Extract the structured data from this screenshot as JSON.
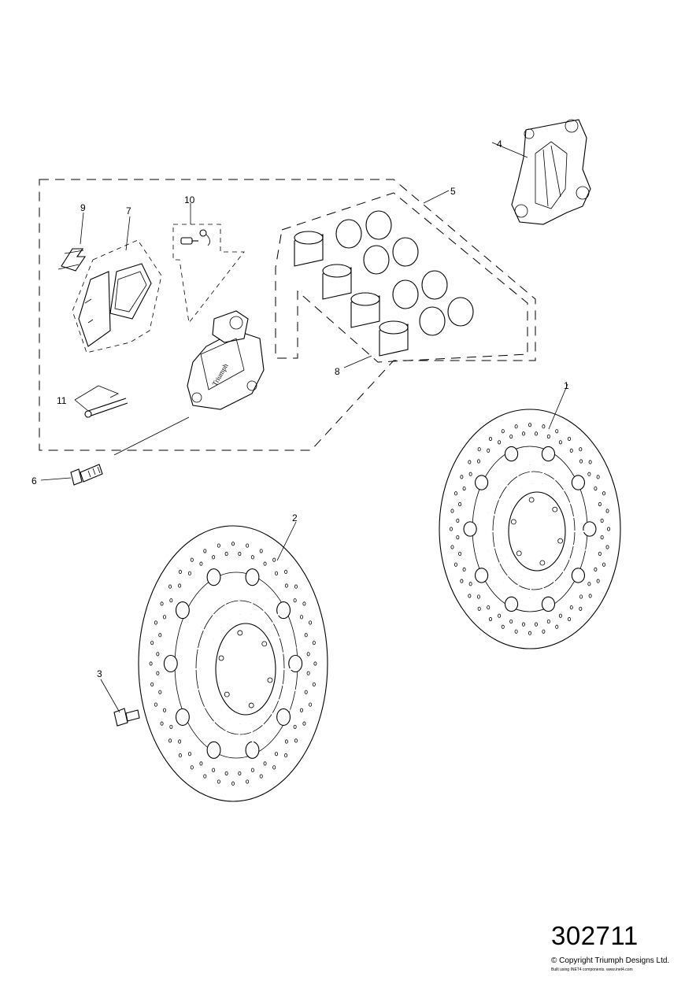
{
  "diagram": {
    "callouts": [
      {
        "id": "c1",
        "label": "1"
      },
      {
        "id": "c2",
        "label": "2"
      },
      {
        "id": "c3",
        "label": "3"
      },
      {
        "id": "c4",
        "label": "4"
      },
      {
        "id": "c5",
        "label": "5"
      },
      {
        "id": "c6",
        "label": "6"
      },
      {
        "id": "c7",
        "label": "7"
      },
      {
        "id": "c8",
        "label": "8"
      },
      {
        "id": "c9",
        "label": "9"
      },
      {
        "id": "c10",
        "label": "10"
      },
      {
        "id": "c11",
        "label": "11"
      }
    ],
    "caliper_logo_text": "Triumph"
  },
  "footer": {
    "drawing_number": "302711",
    "copyright": "© Copyright Triumph Designs Ltd.",
    "inet_credit": "Built using INET4 components. www.inet4.com"
  }
}
